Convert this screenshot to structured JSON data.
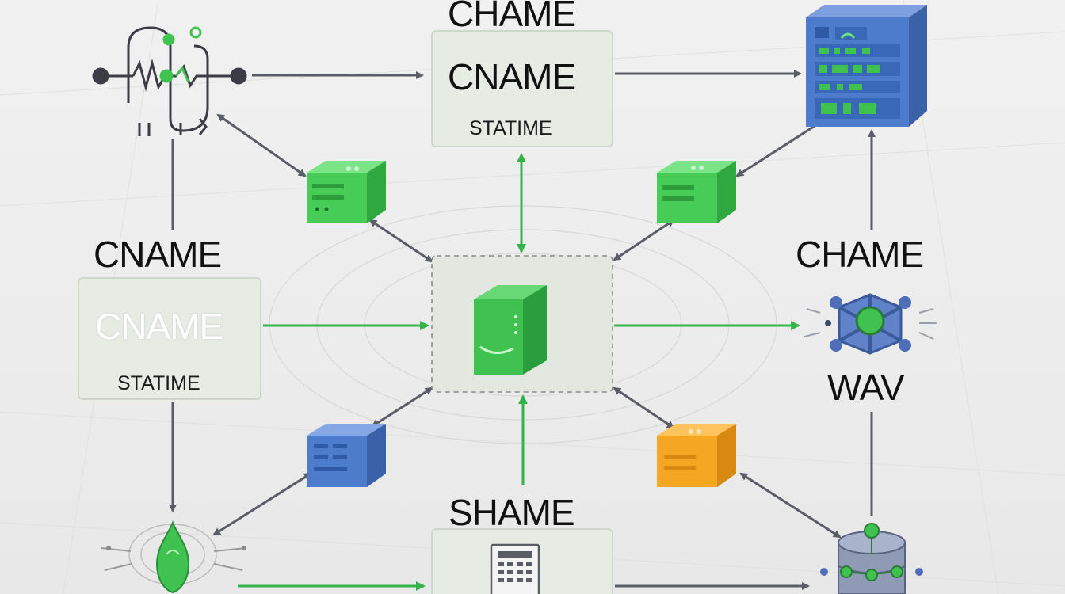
{
  "labels": {
    "top_heading": "CHAME",
    "top_box_title": "CNAME",
    "top_box_sub": "STATIME",
    "left_heading": "CNAME",
    "left_box_title": "CNAME",
    "left_box_sub": "STATIME",
    "right_heading": "CHAME",
    "right_sub": "WAV",
    "bottom_heading": "SHAME"
  },
  "colors": {
    "background": "#ededed",
    "green": "#3fc24f",
    "blue": "#4a78c8",
    "orange": "#f5a623",
    "arrow_gray": "#5a5c66",
    "arrow_green": "#33b34a"
  },
  "icons": {
    "top_left": "circuit-icon",
    "top_right": "server-rack-icon",
    "center": "green-cube-icon",
    "right_mid": "network-hub-icon",
    "bottom_left": "green-node-icon",
    "bottom_center": "document-icon",
    "bottom_right": "database-icon",
    "small_top_left": "green-server-block-icon",
    "small_top_right": "green-server-block-icon",
    "small_bottom_left": "blue-server-block-icon",
    "small_bottom_right": "orange-server-block-icon"
  }
}
